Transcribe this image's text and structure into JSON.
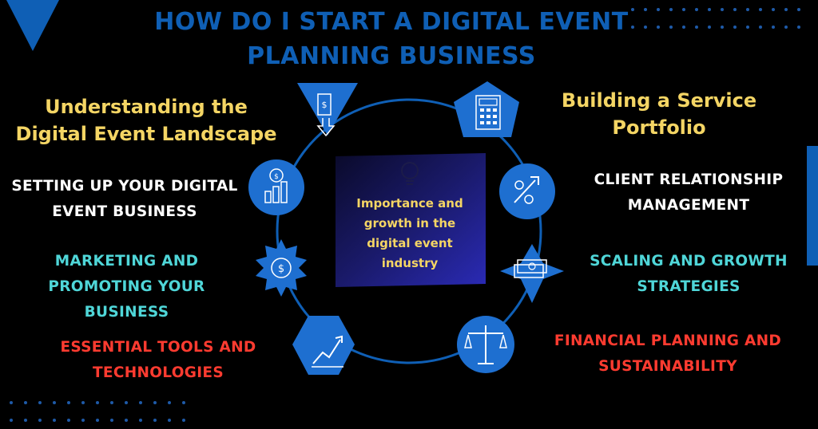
{
  "title": "HOW DO I START A DIGITAL EVENT PLANNING BUSINESS",
  "subtitles": {
    "left": "Understanding the Digital Event Landscape",
    "right": "Building a Service Portfolio"
  },
  "center": {
    "text": "Importance and growth in the digital event industry",
    "icon": "lightbulb-icon"
  },
  "left_items": [
    {
      "label": "SETTING UP YOUR DIGITAL EVENT BUSINESS",
      "color": "#ffffff",
      "icon": "chart-bar-coin-icon"
    },
    {
      "label": "MARKETING AND PROMOTING YOUR BUSINESS",
      "color": "#4fd6d8",
      "icon": "dollar-badge-icon"
    },
    {
      "label": "ESSENTIAL TOOLS AND TECHNOLOGIES",
      "color": "#ff3b30",
      "icon": "trend-up-icon"
    }
  ],
  "right_items": [
    {
      "label": "CLIENT RELATIONSHIP MANAGEMENT",
      "color": "#ffffff",
      "icon": "percent-arrow-icon"
    },
    {
      "label": "SCALING AND GROWTH STRATEGIES",
      "color": "#4fd6d8",
      "icon": "money-stack-icon"
    },
    {
      "label": "FINANCIAL PLANNING AND SUSTAINABILITY",
      "color": "#ff3b30",
      "icon": "balance-scale-icon"
    }
  ],
  "top_icons": [
    "dollar-down-arrow-icon",
    "calculator-icon"
  ],
  "colors": {
    "background": "#000000",
    "accent_blue": "#0f5fb5",
    "heading_yellow": "#f4d564"
  }
}
